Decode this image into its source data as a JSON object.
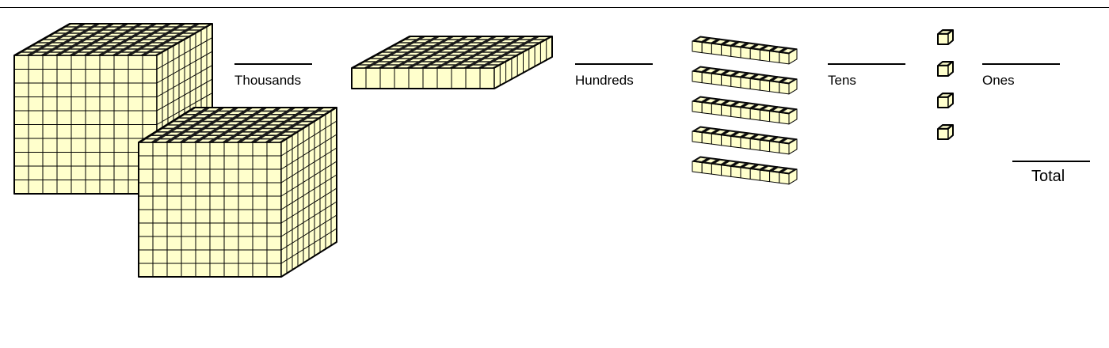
{
  "worksheet": {
    "labels": {
      "thousands": "Thousands",
      "hundreds": "Hundreds",
      "tens": "Tens",
      "ones": "Ones",
      "total": "Total"
    }
  },
  "blocks": {
    "thousands_cubes": 2,
    "hundreds_flats": 1,
    "tens_rods": 5,
    "ones_units": 4
  },
  "colors": {
    "block_face": "#ffffcc",
    "block_top": "#1a1a1a",
    "block_edge": "#000000"
  }
}
